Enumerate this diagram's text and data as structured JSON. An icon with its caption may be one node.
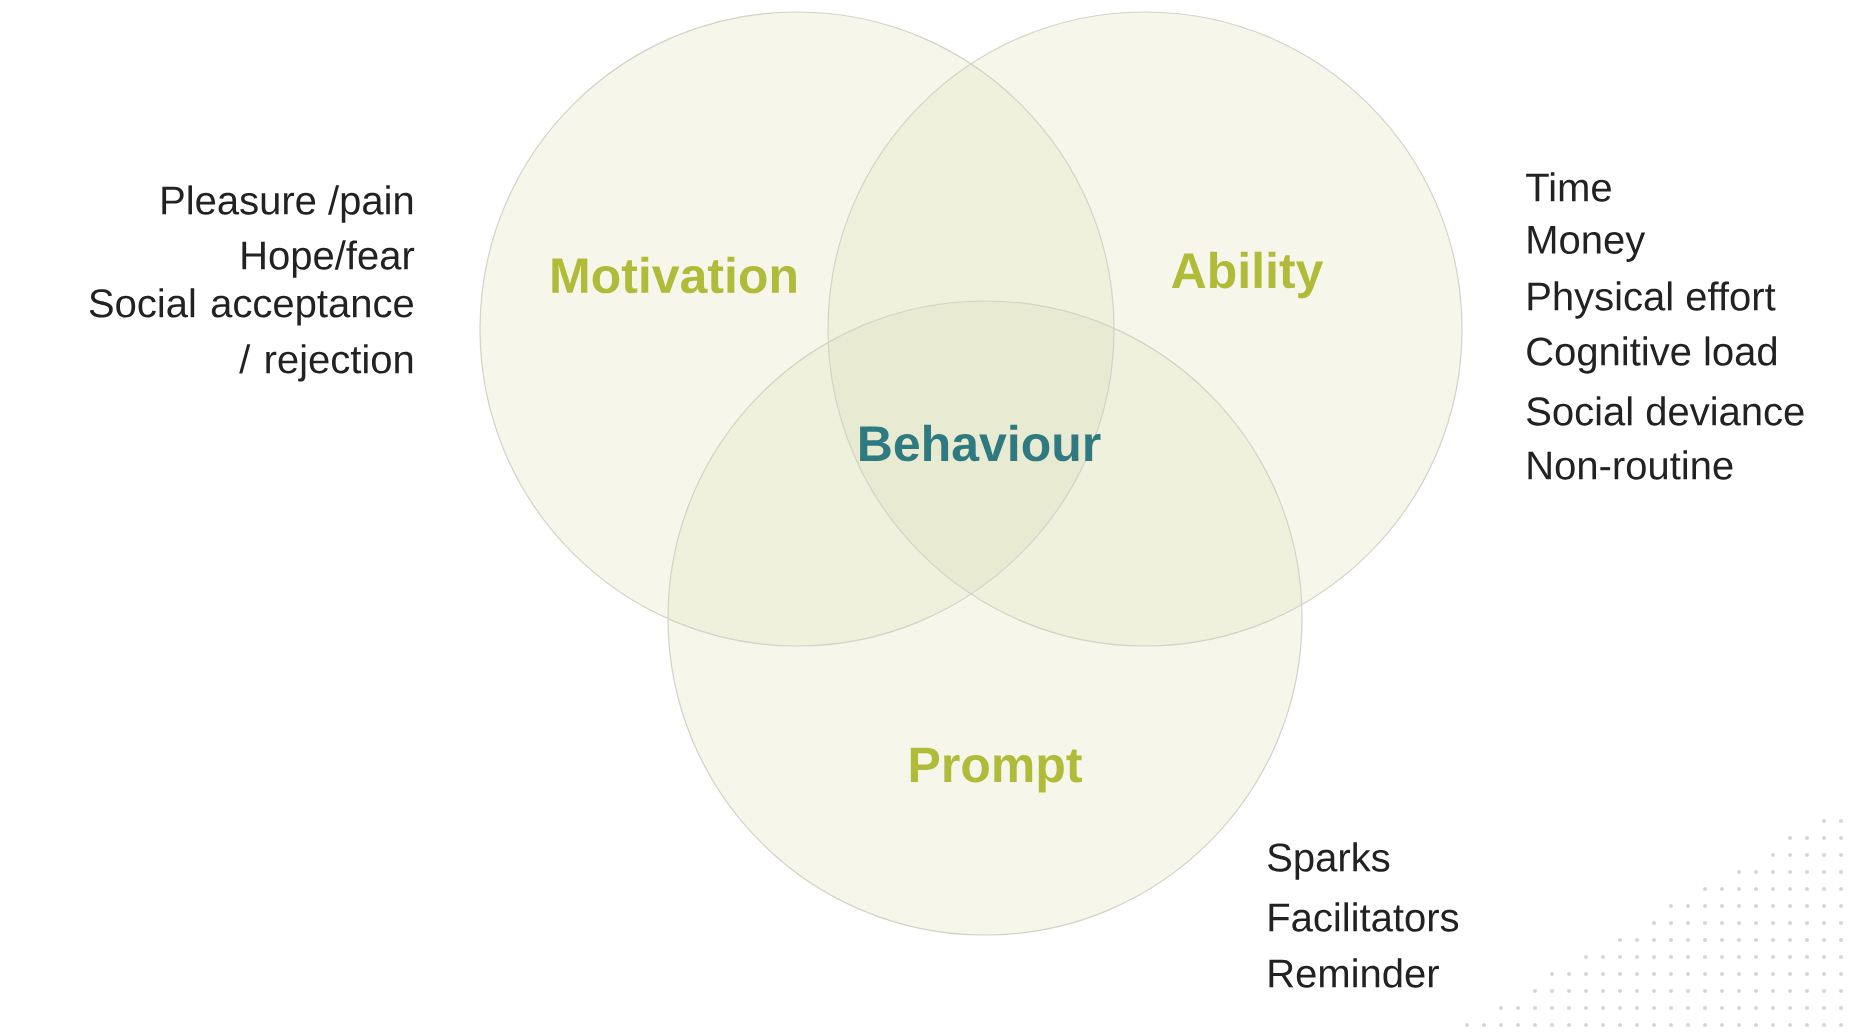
{
  "diagram": {
    "nodes": [
      {
        "text": [
          "Motivation"
        ]
      },
      {
        "text": [
          "Ability"
        ]
      },
      {
        "text": [
          "Prompt"
        ]
      }
    ],
    "labels": [
      "Behaviour",
      "Pleasure /pain",
      "Hope/fear",
      "Social acceptance / rejection",
      "Time",
      "Money",
      "Physical effort",
      "Cognitive load",
      "Social deviance",
      "Non-routine",
      "Sparks",
      "Facilitators",
      "Reminder"
    ]
  }
}
